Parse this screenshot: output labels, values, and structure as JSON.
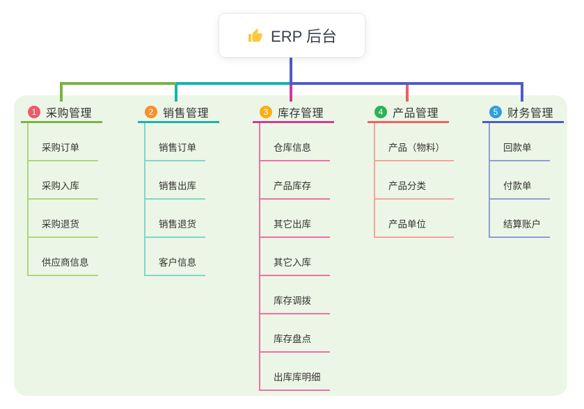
{
  "canvas": {
    "background_color": "#ffffff",
    "panel_color": "#ecf6e6"
  },
  "root": {
    "label": "ERP 后台",
    "icon": "thumbs-up-icon",
    "icon_color": "#ffc83d",
    "line_color": "#4e5bc8"
  },
  "branches": [
    {
      "number": "1",
      "label": "采购管理",
      "badge_color": "#ee5a6a",
      "line_color": "#7cb342",
      "child_line_color": "#aed581",
      "children": [
        "采购订单",
        "采购入库",
        "采购退货",
        "供应商信息"
      ]
    },
    {
      "number": "2",
      "label": "销售管理",
      "badge_color": "#f98e2b",
      "line_color": "#14b5ab",
      "child_line_color": "#7fd6cd",
      "children": [
        "销售订单",
        "销售出库",
        "销售退货",
        "客户信息"
      ]
    },
    {
      "number": "3",
      "label": "库存管理",
      "badge_color": "#fbae17",
      "line_color": "#d03a96",
      "child_line_color": "#f06daa",
      "children": [
        "仓库信息",
        "产品库存",
        "其它出库",
        "其它入库",
        "库存调拨",
        "库存盘点",
        "出库库明细"
      ]
    },
    {
      "number": "4",
      "label": "产品管理",
      "badge_color": "#2bb355",
      "line_color": "#f15f5f",
      "child_line_color": "#f8a29c",
      "children": [
        "产品（物料）",
        "产品分类",
        "产品单位"
      ]
    },
    {
      "number": "5",
      "label": "财务管理",
      "badge_color": "#2e9fdc",
      "line_color": "#4e5bc8",
      "child_line_color": "#8c9ed9",
      "children": [
        "回款单",
        "付款单",
        "结算账户"
      ]
    }
  ]
}
